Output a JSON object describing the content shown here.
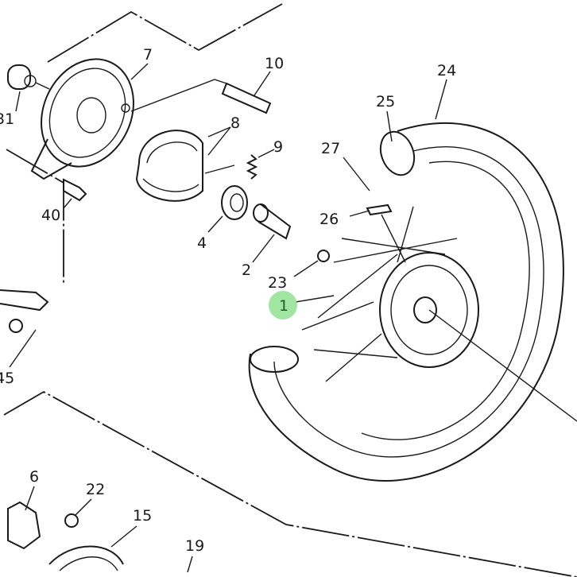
{
  "diagram": {
    "title": "Rear wheel exploded parts diagram",
    "highlight_color": "#8fe08f",
    "highlighted_part": "1",
    "part_labels": {
      "p7": "7",
      "p10": "10",
      "p31": "31",
      "p8": "8",
      "p9": "9",
      "p40": "40",
      "p4": "4",
      "p2": "2",
      "p23": "23",
      "p1": "1",
      "p24": "24",
      "p25": "25",
      "p27": "27",
      "p26": "26",
      "p45": "45",
      "p6": "6",
      "p22": "22",
      "p15": "15",
      "p19": "19"
    }
  }
}
